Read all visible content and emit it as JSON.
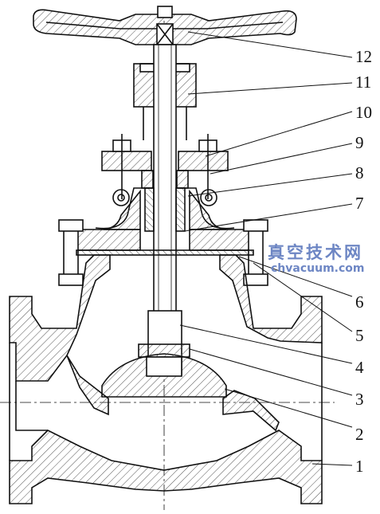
{
  "diagram": {
    "callouts": [
      "12",
      "11",
      "10",
      "9",
      "8",
      "7",
      "6",
      "5",
      "4",
      "3",
      "2",
      "1"
    ]
  },
  "watermark": {
    "chinese": "真空技术网",
    "site": "chvacuum.com",
    "color": "#6d86c4"
  },
  "colors": {
    "line": "#111111",
    "hatch": "#555555",
    "background": "#ffffff"
  }
}
